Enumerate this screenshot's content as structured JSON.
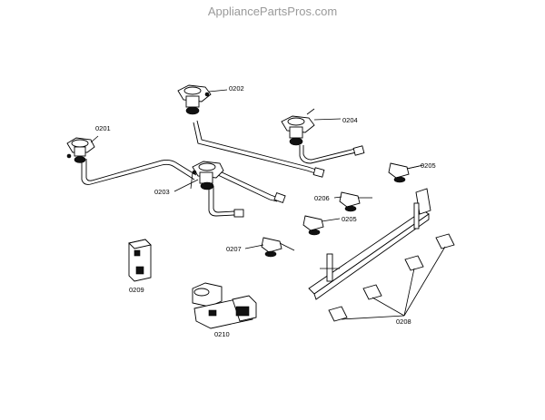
{
  "watermark": "AppliancePartsPros.com",
  "labels": {
    "p0201": "0201",
    "p0202": "0202",
    "p0203": "0203",
    "p0204": "0204",
    "p0205a": "0205",
    "p0205b": "0205",
    "p0206": "0206",
    "p0207": "0207",
    "p0208": "0208",
    "p0209": "0209",
    "p0210": "0210"
  }
}
